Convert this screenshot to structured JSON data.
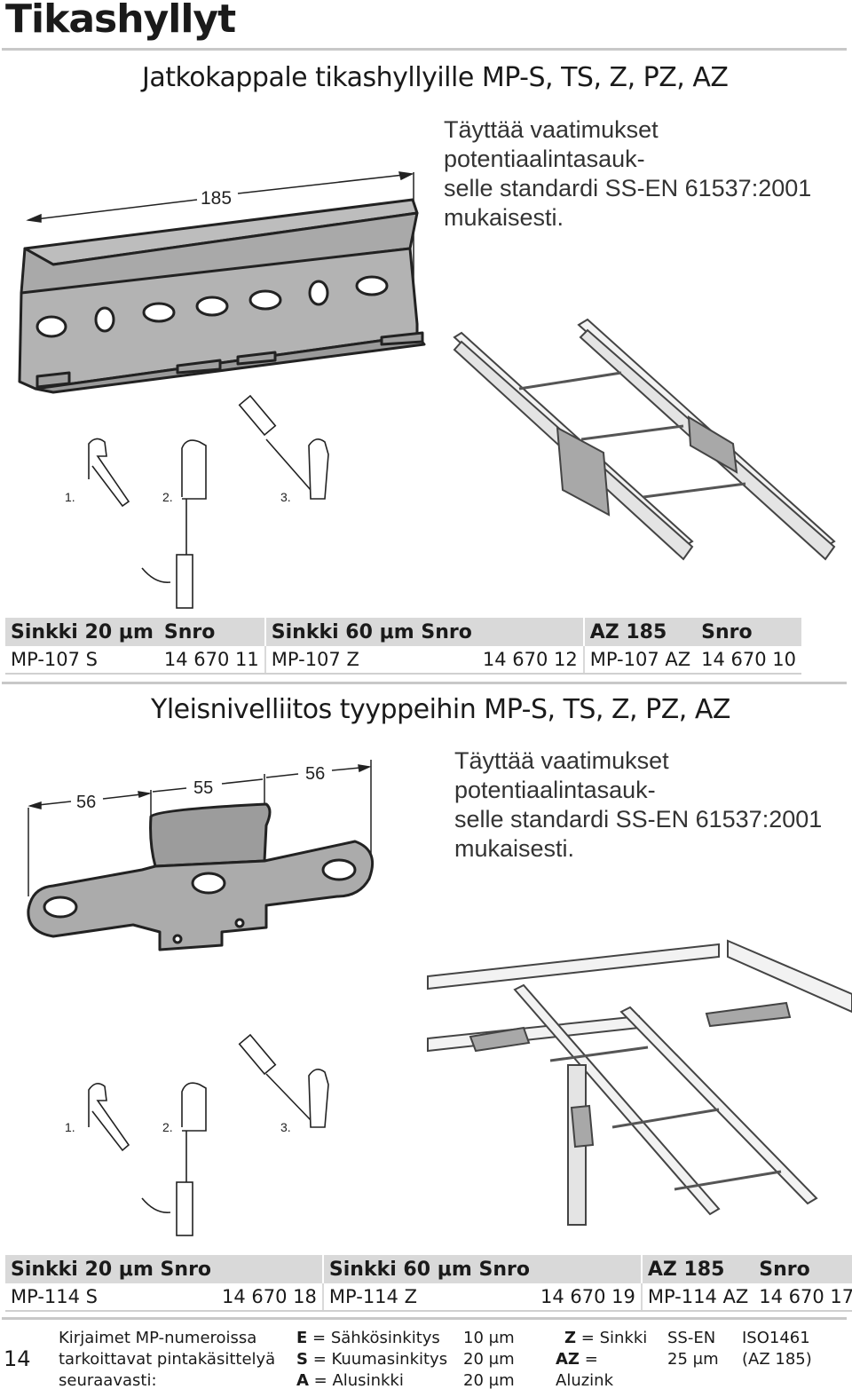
{
  "page_title": "Tikashyllyt",
  "section1": {
    "title": "Jatkokappale tikashyllyille MP-S, TS, Z, PZ, AZ",
    "description": [
      "Täyttää vaatimukset potentiaalintasauk-",
      "selle standardi SS-EN 61537:2001",
      "mukaisesti."
    ],
    "dimension": "185",
    "steps": [
      "1.",
      "2.",
      "3."
    ],
    "table": {
      "headers": [
        "Sinkki 20 μm",
        "Snro",
        "Sinkki 60 μm Snro",
        "",
        "AZ 185",
        "Snro"
      ],
      "row": [
        "MP-107 S",
        "14 670 11",
        "MP-107 Z",
        "14 670 12",
        "MP-107 AZ",
        "14 670 10"
      ]
    }
  },
  "section2": {
    "title": "Yleisnivelliitos tyyppeihin MP-S, TS, Z, PZ, AZ",
    "description": [
      "Täyttää vaatimukset potentiaalintasauk-",
      "selle standardi SS-EN 61537:2001",
      "mukaisesti."
    ],
    "dimensions": [
      "56",
      "55",
      "56"
    ],
    "steps": [
      "1.",
      "2.",
      "3."
    ],
    "table": {
      "headers": [
        "Sinkki 20 μm Snro",
        "",
        "Sinkki 60 μm Snro",
        "",
        "AZ 185",
        "Snro"
      ],
      "row": [
        "MP-114 S",
        "14 670 18",
        "MP-114 Z",
        "14 670 19",
        "MP-114 AZ",
        "14 670 17"
      ]
    }
  },
  "footer": {
    "page_number": "14",
    "intro": [
      "Kirjaimet MP-numeroissa",
      "tarkoittavat pintakäsittelyä",
      "seuraavasti:"
    ],
    "codes": [
      {
        "letter": "E",
        "text": " = Sähkösinkitys",
        "thickness": "10 μm"
      },
      {
        "letter": "S",
        "text": " = Kuumasinkitys",
        "thickness": "20 μm"
      },
      {
        "letter": "A",
        "text": " = Alusinkki",
        "thickness": "20 μm"
      }
    ],
    "codes2": [
      {
        "letter": "Z",
        "text": " = Sinkki",
        "standard": "SS-EN",
        "value": "ISO1461"
      },
      {
        "letter": "AZ",
        "text": " = Aluzink",
        "standard": "25 μm",
        "value": "(AZ 185)"
      }
    ]
  }
}
